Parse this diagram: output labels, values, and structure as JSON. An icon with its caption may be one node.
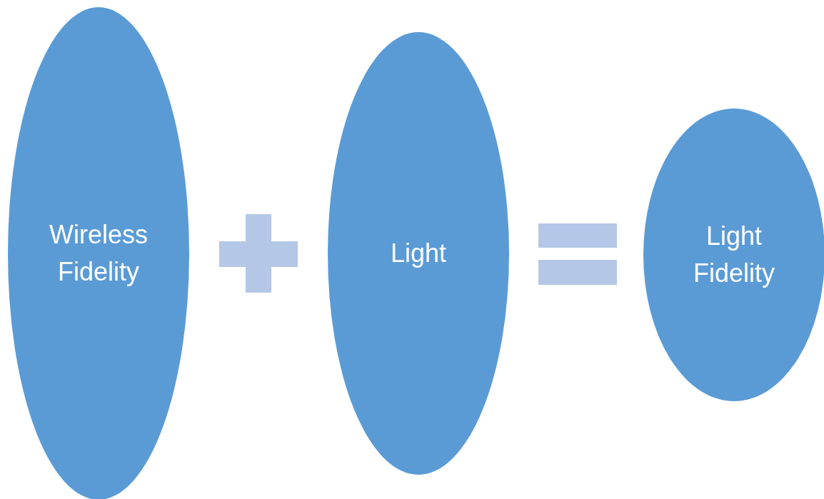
{
  "diagram": {
    "nodes": [
      {
        "text": [
          "Wireless Fidelity"
        ]
      },
      {
        "text": [
          "Light"
        ]
      },
      {
        "text": [
          "Light Fidelity"
        ]
      }
    ]
  }
}
